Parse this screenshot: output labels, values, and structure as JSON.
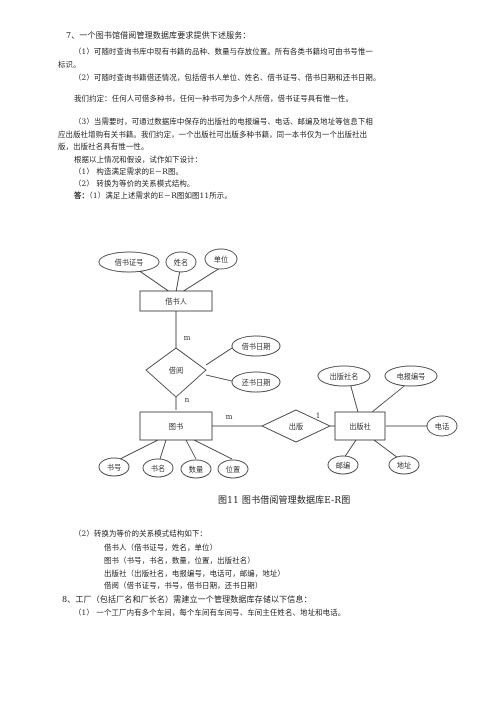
{
  "q7": {
    "heading": "7、一个图书馆借阅管理数据库要求提供下述服务：",
    "item1a": "（1）可随时查询书库中现有书籍的品种、数量与存放位置。所有各类书籍均可由书号惟一",
    "item1b": "标识。",
    "item2": "（2）可随时查询书籍借还情况，包括借书人单位、姓名、借书证号、借书日期和还书日期。",
    "agreement": "我们约定：任何人可借多种书，任何一种书可为多个人所借，借书证号具有惟一性。",
    "item3a": "（3）当需要时，可通过数据库中保存的出版社的电报编号、电话、邮编及地址等信息下相",
    "item3b": "应出版社增购有关书籍。我们约定，一个出版社可出版多种书籍，同一本书仅为一个出版社出",
    "item3c": "版，出版社名具有惟一性。",
    "design_intro": "根据以上情况和假设，试作如下设计：",
    "task1": "（1）  构造满足需求的E－R图。",
    "task2": "（2）  转换为等价的关系模式结构。",
    "answer_label": "答：",
    "answer_text": "（1）满足上述需求的E－R图如图11所示。"
  },
  "er_diagram": {
    "entities": {
      "borrower": "借书人",
      "book": "图书",
      "publisher": "出版社"
    },
    "relationships": {
      "borrow": "借阅",
      "publish": "出版"
    },
    "attributes": {
      "card_no": "借书证号",
      "name": "姓名",
      "unit": "单位",
      "borrow_date": "借书日期",
      "return_date": "还书日期",
      "book_no": "书号",
      "book_name": "书名",
      "quantity": "数量",
      "location": "位置",
      "pub_name": "出版社名",
      "telegram_no": "电报编号",
      "phone": "电话",
      "postcode": "邮编",
      "address": "地址"
    },
    "cardinality": {
      "borrower_borrow": "m",
      "book_borrow": "n",
      "book_publish": "m",
      "publisher_publish": "1"
    },
    "caption": "图11    图书借阅管理数据库E-R图"
  },
  "relational": {
    "intro": "（2）转换为等价的关系模式结构如下：",
    "rows": [
      "借书人（借书证号，姓名，单位）",
      "图书（书号，书名，数量，位置，出版社名）",
      "出版社（出版社名，电报编号，电话可，邮编，地址）",
      "借阅（借书证号，书号，借书日期，还书日期）"
    ]
  },
  "q8": {
    "heading": "8、工厂（包括厂名和厂长名）需建立一个管理数据库存储以下信息：",
    "item1": "（1）  一个工厂内有多个车间，每个车间有车间号、车间主任姓名、地址和电话。"
  }
}
